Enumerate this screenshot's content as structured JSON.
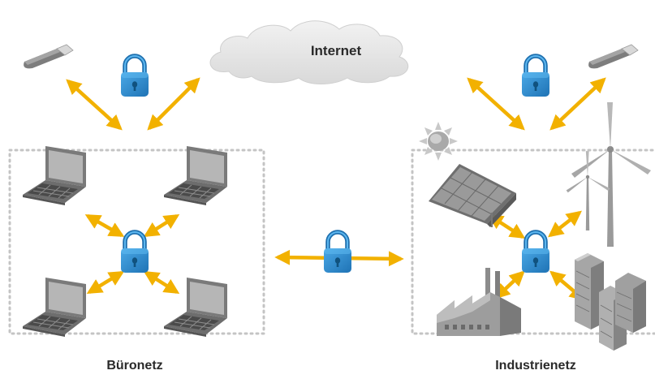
{
  "labels": {
    "internet": "Internet",
    "office_network": "Büronetz",
    "industrial_network": "Industrienetz"
  },
  "colors": {
    "arrow": "#f2b100",
    "lock_body": "#2f8fd0",
    "lock_shackle": "#1e6fae",
    "cloud": "#e8e8e8",
    "network_border": "#c4c4c4",
    "device_gray": "#8a8a8a"
  },
  "icons": [
    "usb-stick-icon",
    "padlock-icon",
    "laptop-icon",
    "cloud-icon",
    "sun-icon",
    "solar-panel-icon",
    "wind-turbine-icon",
    "factory-icon",
    "office-buildings-icon"
  ]
}
